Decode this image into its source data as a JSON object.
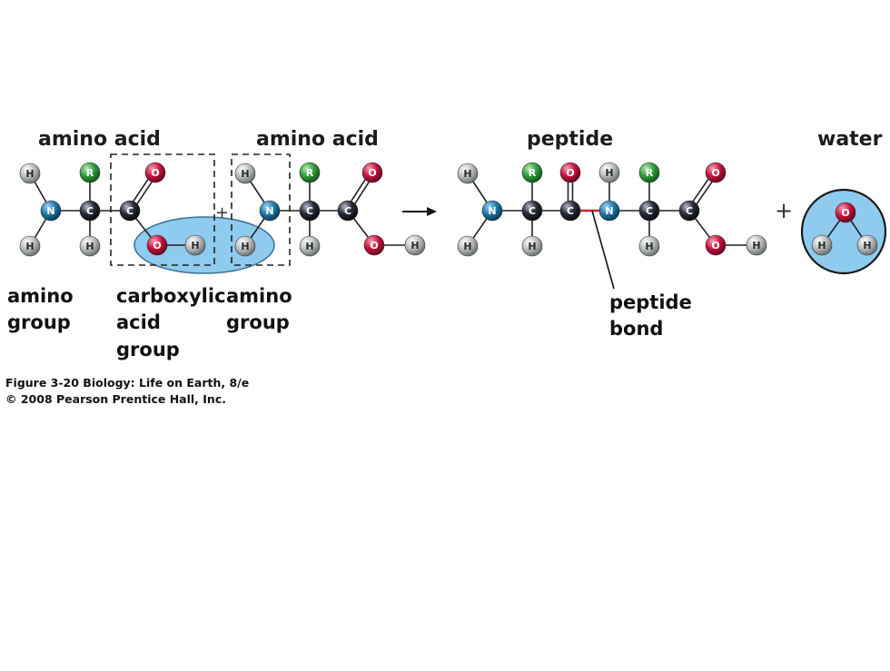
{
  "titles": {
    "amino_acid_1": "amino acid",
    "amino_acid_2": "amino acid",
    "peptide": "peptide",
    "water": "water"
  },
  "atoms": {
    "H": "H",
    "N": "N",
    "C": "C",
    "O": "O",
    "R": "R"
  },
  "operators": {
    "plus": "+",
    "arrow": "→"
  },
  "labels": {
    "amino_group_1": [
      "amino",
      "group"
    ],
    "carboxylic_acid_group": [
      "carboxylic",
      "acid",
      "group"
    ],
    "amino_group_2": [
      "amino",
      "group"
    ],
    "peptide_bond": [
      "peptide",
      "bond"
    ]
  },
  "caption": {
    "line1": "Figure 3-20  Biology: Life on Earth, 8/e",
    "line2": "© 2008 Pearson Prentice Hall, Inc."
  },
  "colors": {
    "hydrogen": "#b8bcbd",
    "nitrogen": "#1e78a8",
    "carbon": "#2a2d3a",
    "oxygen": "#c4123c",
    "r_group": "#2f9a3a",
    "water_fill": "#8ecbef",
    "peptide_bond": "#d0212b"
  }
}
